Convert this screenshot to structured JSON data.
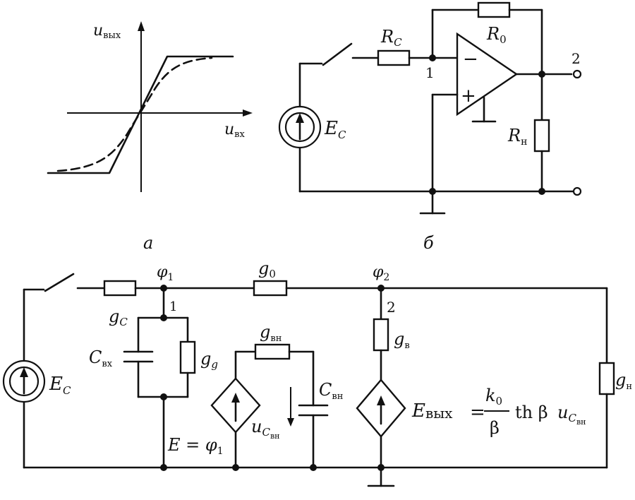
{
  "figure_a": {
    "y_axis_label": "u",
    "y_axis_sub": "вых",
    "x_axis_label": "u",
    "x_axis_sub": "вх",
    "caption": "а"
  },
  "figure_b": {
    "source_label": "E",
    "source_sub": "C",
    "rc_label": "R",
    "rc_sub": "C",
    "r0_label": "R",
    "r0_sub": "0",
    "rn_label": "R",
    "rn_sub": "н",
    "node1": "1",
    "node2": "2",
    "minus": "−",
    "plus": "+",
    "caption": "б"
  },
  "figure_c": {
    "phi1": "φ",
    "phi1_sub": "1",
    "phi2": "φ",
    "phi2_sub": "2",
    "node1": "1",
    "node2": "2",
    "g0": "g",
    "g0_sub": "0",
    "gc": "g",
    "gc_sub": "C",
    "gg": "g",
    "gg_sub": "g",
    "gvn": "g",
    "gvn_sub": "вн",
    "gv": "g",
    "gv_sub": "в",
    "gn": "g",
    "gn_sub": "н",
    "cvx": "C",
    "cvx_sub": "вх",
    "cvn": "C",
    "cvn_sub": "вн",
    "source_label": "E",
    "source_sub": "C",
    "e_eq_phi": "E = φ",
    "e_eq_phi_sub": "1",
    "u_c_vn": "u",
    "u_c_vn_sub": "C",
    "u_c_vn_subsub": "вн",
    "evyx": "E",
    "evyx_sub": "вых",
    "eq": "=",
    "k0": "k",
    "k0_sub": "0",
    "beta_den": "β",
    "th_beta": "th β",
    "u_tail": "u",
    "u_tail_sub": "C",
    "u_tail_subsub": "вн"
  }
}
